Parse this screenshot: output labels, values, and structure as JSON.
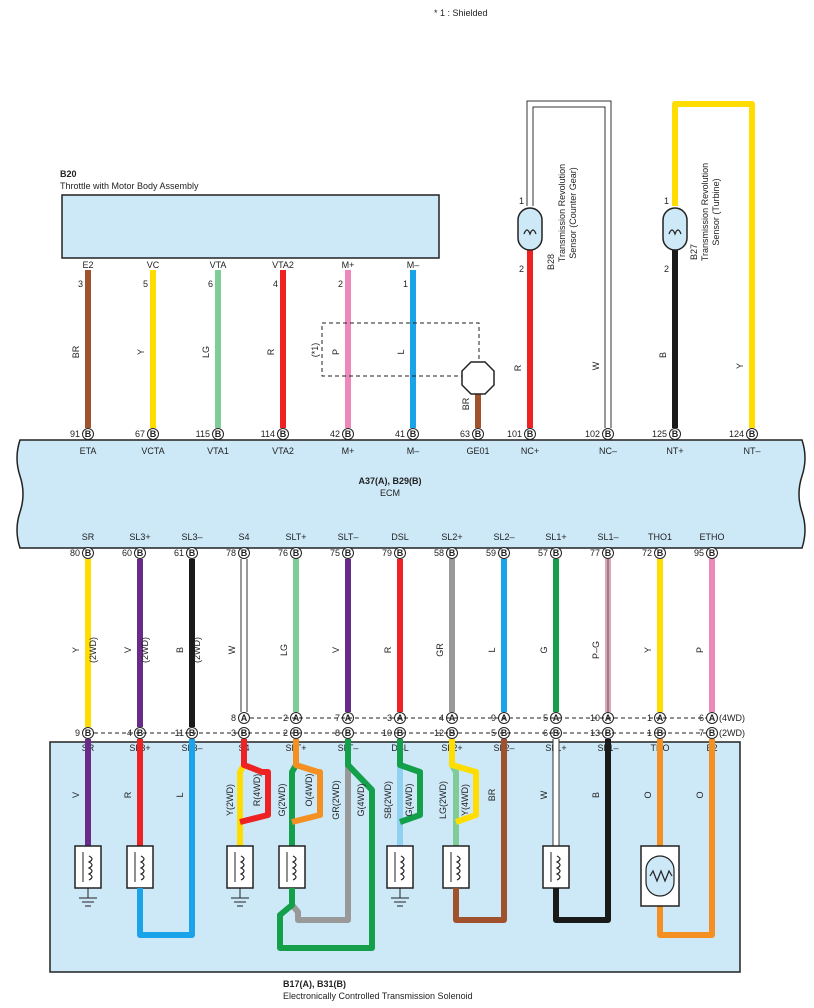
{
  "note": "* 1 : Shielded",
  "throttle": {
    "code": "B20",
    "name": "Throttle with Motor Body Assembly"
  },
  "ecm": {
    "code": "A37(A), B29(B)",
    "name": "ECM"
  },
  "solenoid": {
    "code": "B17(A), B31(B)",
    "name": "Electronically Controlled Transmission Solenoid"
  },
  "sensor_counter": {
    "code": "B28",
    "name1": "Transmission Revolution",
    "name2": "Sensor (Counter Gear)",
    "pin1": "1",
    "pin2": "2"
  },
  "sensor_turbine": {
    "code": "B27",
    "name1": "Transmission Revolution",
    "name2": "Sensor (Turbine)",
    "pin1": "1",
    "pin2": "2"
  },
  "shield_label": "(*1)",
  "connector_letters": {
    "A": "A",
    "B": "B"
  },
  "drive_labels": {
    "awd": "(4WD)",
    "twd": "(2WD)"
  },
  "colors": {
    "BR": "#a0522d",
    "Y": "#ffdd00",
    "LG": "#7fcc99",
    "R": "#ee2222",
    "P": "#ee88bb",
    "L": "#1aa3e8",
    "B": "#1a1a1a",
    "W": "#ffffff",
    "V": "#6a2a8a",
    "GR": "#999999",
    "G": "#14a04a",
    "O": "#f39021",
    "SB": "#90d0f0",
    "PG": "#e8a0b8"
  },
  "top_wires": [
    {
      "tpin": "3",
      "tname": "E2",
      "color": "BR",
      "ecm_pin": "91",
      "ecm_name": "ETA"
    },
    {
      "tpin": "5",
      "tname": "VC",
      "color": "Y",
      "ecm_pin": "67",
      "ecm_name": "VCTA"
    },
    {
      "tpin": "6",
      "tname": "VTA",
      "color": "LG",
      "ecm_pin": "115",
      "ecm_name": "VTA1"
    },
    {
      "tpin": "4",
      "tname": "VTA2",
      "color": "R",
      "ecm_pin": "114",
      "ecm_name": "VTA2"
    },
    {
      "tpin": "2",
      "tname": "M+",
      "color": "P",
      "ecm_pin": "42",
      "ecm_name": "M+"
    },
    {
      "tpin": "1",
      "tname": "M–",
      "color": "L",
      "ecm_pin": "41",
      "ecm_name": "M–"
    }
  ],
  "ground_wire": {
    "color": "BR",
    "ecm_pin": "63",
    "ecm_name": "GE01"
  },
  "sensor_wires": [
    {
      "color": "R",
      "ecm_pin": "101",
      "ecm_name": "NC+"
    },
    {
      "color": "W",
      "ecm_pin": "102",
      "ecm_name": "NC–"
    },
    {
      "color": "B",
      "ecm_pin": "125",
      "ecm_name": "NT+"
    },
    {
      "color": "Y",
      "ecm_pin": "124",
      "ecm_name": "NT–"
    }
  ],
  "bottom_wires": [
    {
      "ecm_name": "SR",
      "ecm_pin": "80",
      "color": "Y",
      "note": "(2WD)",
      "a_pin": "",
      "b_pin": "9",
      "sol_name": "SR"
    },
    {
      "ecm_name": "SL3+",
      "ecm_pin": "60",
      "color": "V",
      "note": "(2WD)",
      "a_pin": "",
      "b_pin": "4",
      "sol_name": "SL3+"
    },
    {
      "ecm_name": "SL3–",
      "ecm_pin": "61",
      "color": "B",
      "note": "(2WD)",
      "a_pin": "",
      "b_pin": "11",
      "sol_name": "SL3–"
    },
    {
      "ecm_name": "S4",
      "ecm_pin": "78",
      "color": "W",
      "note": "",
      "a_pin": "8",
      "b_pin": "3",
      "sol_name": "S4"
    },
    {
      "ecm_name": "SLT+",
      "ecm_pin": "76",
      "color": "LG",
      "note": "",
      "a_pin": "2",
      "b_pin": "2",
      "sol_name": "SLT+"
    },
    {
      "ecm_name": "SLT–",
      "ecm_pin": "75",
      "color": "V",
      "note": "",
      "a_pin": "7",
      "b_pin": "8",
      "sol_name": "SLT–"
    },
    {
      "ecm_name": "DSL",
      "ecm_pin": "79",
      "color": "R",
      "note": "",
      "a_pin": "3",
      "b_pin": "10",
      "sol_name": "DSL"
    },
    {
      "ecm_name": "SL2+",
      "ecm_pin": "58",
      "color": "GR",
      "note": "",
      "a_pin": "4",
      "b_pin": "12",
      "sol_name": "SL2+"
    },
    {
      "ecm_name": "SL2–",
      "ecm_pin": "59",
      "color": "L",
      "note": "",
      "a_pin": "9",
      "b_pin": "5",
      "sol_name": "SL2–"
    },
    {
      "ecm_name": "SL1+",
      "ecm_pin": "57",
      "color": "G",
      "note": "",
      "a_pin": "5",
      "b_pin": "6",
      "sol_name": "SL1+"
    },
    {
      "ecm_name": "SL1–",
      "ecm_pin": "77",
      "color": "PG",
      "note": "",
      "a_pin": "10",
      "b_pin": "13",
      "sol_name": "SL1–"
    },
    {
      "ecm_name": "THO1",
      "ecm_pin": "72",
      "color": "Y",
      "note": "",
      "a_pin": "1",
      "b_pin": "1",
      "sol_name": "THO"
    },
    {
      "ecm_name": "ETHO",
      "ecm_pin": "95",
      "color": "P",
      "note": "",
      "a_pin": "6",
      "b_pin": "7",
      "sol_name": "E2"
    }
  ],
  "wire_code_labels": {
    "SL1_plus": "W",
    "SL1_minus": "B",
    "THO": "O",
    "E2": "O",
    "SR": "V",
    "SL3_plus": "R",
    "SL3_minus": "L",
    "SL2_minus": "BR",
    "B_top_labels": [
      "BR",
      "Y",
      "LG",
      "R",
      "P",
      "L"
    ],
    "bottom_labels": [
      "Y",
      "V",
      "B",
      "W",
      "LG",
      "V",
      "R",
      "GR",
      "L",
      "G",
      "P–G",
      "Y",
      "P"
    ],
    "ge01": "BR",
    "nc_plus": "R",
    "nc_minus": "W",
    "nt_plus": "B",
    "nt_minus": "Y"
  },
  "solenoid_wire_labels": {
    "S4_2wd": "Y(2WD)",
    "S4_4wd": "R(4WD)",
    "SLTp_2wd": "G(2WD)",
    "SLTp_4wd": "O(4WD)",
    "SLTm_2wd": "GR(2WD)",
    "SLTm_4wd": "G(4WD)",
    "DSL_2wd": "SB(2WD)",
    "DSL_4wd": "G(4WD)",
    "SL2_2wd": "LG(2WD)",
    "SL2_4wd": "Y(4WD)"
  }
}
